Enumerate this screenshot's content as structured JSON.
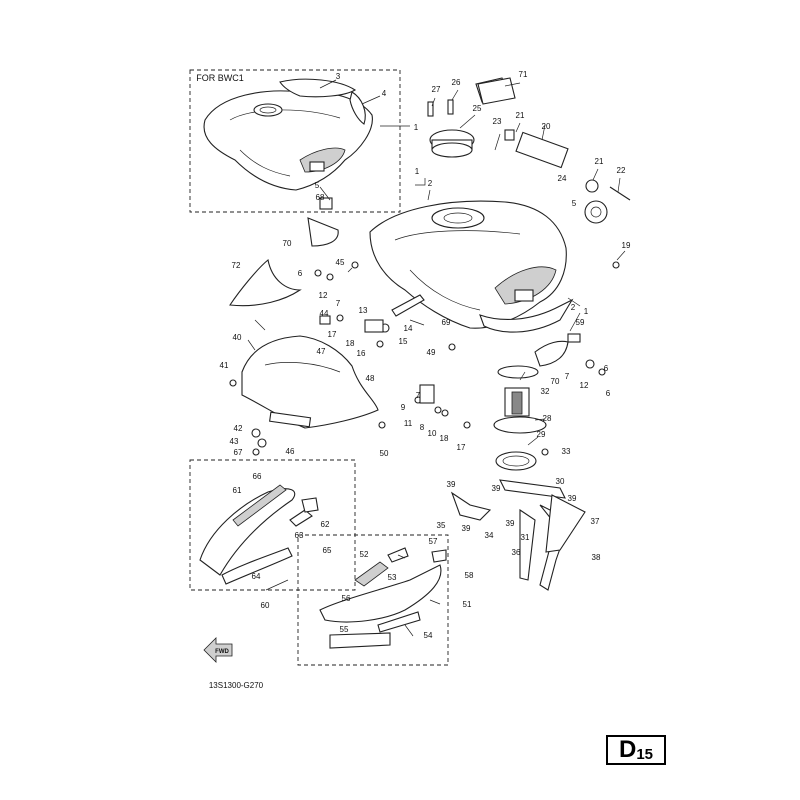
{
  "variant_box": {
    "title": "FOR BWC1"
  },
  "drawing_code": "13S1300-G270",
  "page_tag": {
    "letter": "D",
    "number": "15"
  },
  "fwd_label": "FWD",
  "callouts": [
    {
      "id": "1a",
      "text": "1"
    },
    {
      "id": "1b",
      "text": "1"
    },
    {
      "id": "1c",
      "text": "1"
    },
    {
      "id": "2a",
      "text": "2"
    },
    {
      "id": "2b",
      "text": "2"
    },
    {
      "id": "3",
      "text": "3"
    },
    {
      "id": "4",
      "text": "4"
    },
    {
      "id": "5a",
      "text": "5"
    },
    {
      "id": "5b",
      "text": "5"
    },
    {
      "id": "6a",
      "text": "6"
    },
    {
      "id": "6b",
      "text": "6"
    },
    {
      "id": "6c",
      "text": "6"
    },
    {
      "id": "7a",
      "text": "7"
    },
    {
      "id": "7b",
      "text": "7"
    },
    {
      "id": "7c",
      "text": "7"
    },
    {
      "id": "8",
      "text": "8"
    },
    {
      "id": "9",
      "text": "9"
    },
    {
      "id": "10",
      "text": "10"
    },
    {
      "id": "11",
      "text": "11"
    },
    {
      "id": "12a",
      "text": "12"
    },
    {
      "id": "12b",
      "text": "12"
    },
    {
      "id": "13",
      "text": "13"
    },
    {
      "id": "14",
      "text": "14"
    },
    {
      "id": "15",
      "text": "15"
    },
    {
      "id": "16",
      "text": "16"
    },
    {
      "id": "17a",
      "text": "17"
    },
    {
      "id": "17b",
      "text": "17"
    },
    {
      "id": "18a",
      "text": "18"
    },
    {
      "id": "18b",
      "text": "18"
    },
    {
      "id": "19",
      "text": "19"
    },
    {
      "id": "20",
      "text": "20"
    },
    {
      "id": "21a",
      "text": "21"
    },
    {
      "id": "21b",
      "text": "21"
    },
    {
      "id": "22",
      "text": "22"
    },
    {
      "id": "23",
      "text": "23"
    },
    {
      "id": "24",
      "text": "24"
    },
    {
      "id": "25",
      "text": "25"
    },
    {
      "id": "26",
      "text": "26"
    },
    {
      "id": "27",
      "text": "27"
    },
    {
      "id": "28",
      "text": "28"
    },
    {
      "id": "29",
      "text": "29"
    },
    {
      "id": "30",
      "text": "30"
    },
    {
      "id": "31",
      "text": "31"
    },
    {
      "id": "32",
      "text": "32"
    },
    {
      "id": "33",
      "text": "33"
    },
    {
      "id": "34",
      "text": "34"
    },
    {
      "id": "35",
      "text": "35"
    },
    {
      "id": "36",
      "text": "36"
    },
    {
      "id": "37",
      "text": "37"
    },
    {
      "id": "38",
      "text": "38"
    },
    {
      "id": "39a",
      "text": "39"
    },
    {
      "id": "39b",
      "text": "39"
    },
    {
      "id": "39c",
      "text": "39"
    },
    {
      "id": "39d",
      "text": "39"
    },
    {
      "id": "39e",
      "text": "39"
    },
    {
      "id": "40",
      "text": "40"
    },
    {
      "id": "41",
      "text": "41"
    },
    {
      "id": "42",
      "text": "42"
    },
    {
      "id": "43",
      "text": "43"
    },
    {
      "id": "44",
      "text": "44"
    },
    {
      "id": "45",
      "text": "45"
    },
    {
      "id": "46",
      "text": "46"
    },
    {
      "id": "47",
      "text": "47"
    },
    {
      "id": "48",
      "text": "48"
    },
    {
      "id": "49",
      "text": "49"
    },
    {
      "id": "50",
      "text": "50"
    },
    {
      "id": "51",
      "text": "51"
    },
    {
      "id": "52",
      "text": "52"
    },
    {
      "id": "53",
      "text": "53"
    },
    {
      "id": "54",
      "text": "54"
    },
    {
      "id": "55",
      "text": "55"
    },
    {
      "id": "56",
      "text": "56"
    },
    {
      "id": "57",
      "text": "57"
    },
    {
      "id": "58",
      "text": "58"
    },
    {
      "id": "59",
      "text": "59"
    },
    {
      "id": "60",
      "text": "60"
    },
    {
      "id": "61",
      "text": "61"
    },
    {
      "id": "62",
      "text": "62"
    },
    {
      "id": "63",
      "text": "63"
    },
    {
      "id": "64",
      "text": "64"
    },
    {
      "id": "65",
      "text": "65"
    },
    {
      "id": "66",
      "text": "66"
    },
    {
      "id": "67",
      "text": "67"
    },
    {
      "id": "68",
      "text": "68"
    },
    {
      "id": "69",
      "text": "69"
    },
    {
      "id": "70a",
      "text": "70"
    },
    {
      "id": "70b",
      "text": "70"
    },
    {
      "id": "71",
      "text": "71"
    },
    {
      "id": "72",
      "text": "72"
    }
  ]
}
